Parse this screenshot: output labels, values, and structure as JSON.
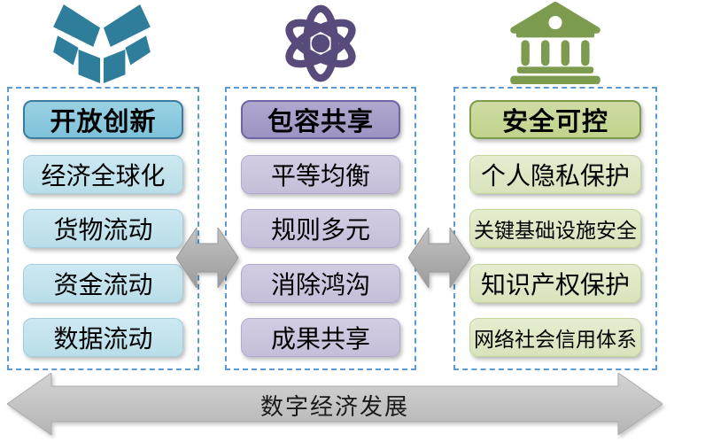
{
  "diagram": {
    "background": "#ffffff",
    "dashed_border_color": "#5B9BD5",
    "arrow_color": "#ABABAB"
  },
  "columns": [
    {
      "name": "open-innovation",
      "icon": "open-box-icon",
      "icon_color": "#2E7D9B",
      "header": "开放创新",
      "header_fill": "#8ECBDF",
      "header_border": "#3D7A9E",
      "item_fill": "#C3E2ED",
      "items": [
        "经济全球化",
        "货物流动",
        "资金流动",
        "数据流动"
      ]
    },
    {
      "name": "inclusive-sharing",
      "icon": "atom-icon",
      "icon_color": "#584A7B",
      "header": "包容共享",
      "header_fill": "#A7A0C8",
      "header_border": "#6F66A3",
      "item_fill": "#CCC5DE",
      "items": [
        "平等均衡",
        "规则多元",
        "消除鸿沟",
        "成果共享"
      ]
    },
    {
      "name": "secure-controllable",
      "icon": "bank-icon",
      "icon_color": "#7C9B4E",
      "header": "安全可控",
      "header_fill": "#C7D795",
      "header_border": "#7E9C50",
      "item_fill": "#DDE7C1",
      "items": [
        "个人隐私保护",
        "关键基础设施安全",
        "知识产权保护",
        "网络社会信用体系"
      ]
    }
  ],
  "connectors": [
    {
      "name": "arrow-between-col1-col2",
      "type": "double-horizontal-arrow",
      "color": "#ABABAB"
    },
    {
      "name": "arrow-between-col2-col3",
      "type": "double-horizontal-arrow",
      "color": "#ABABAB"
    }
  ],
  "bottom_arrow": {
    "label": "数字经济发展",
    "fill": "#C3C3C3",
    "type": "double-horizontal-arrow"
  }
}
